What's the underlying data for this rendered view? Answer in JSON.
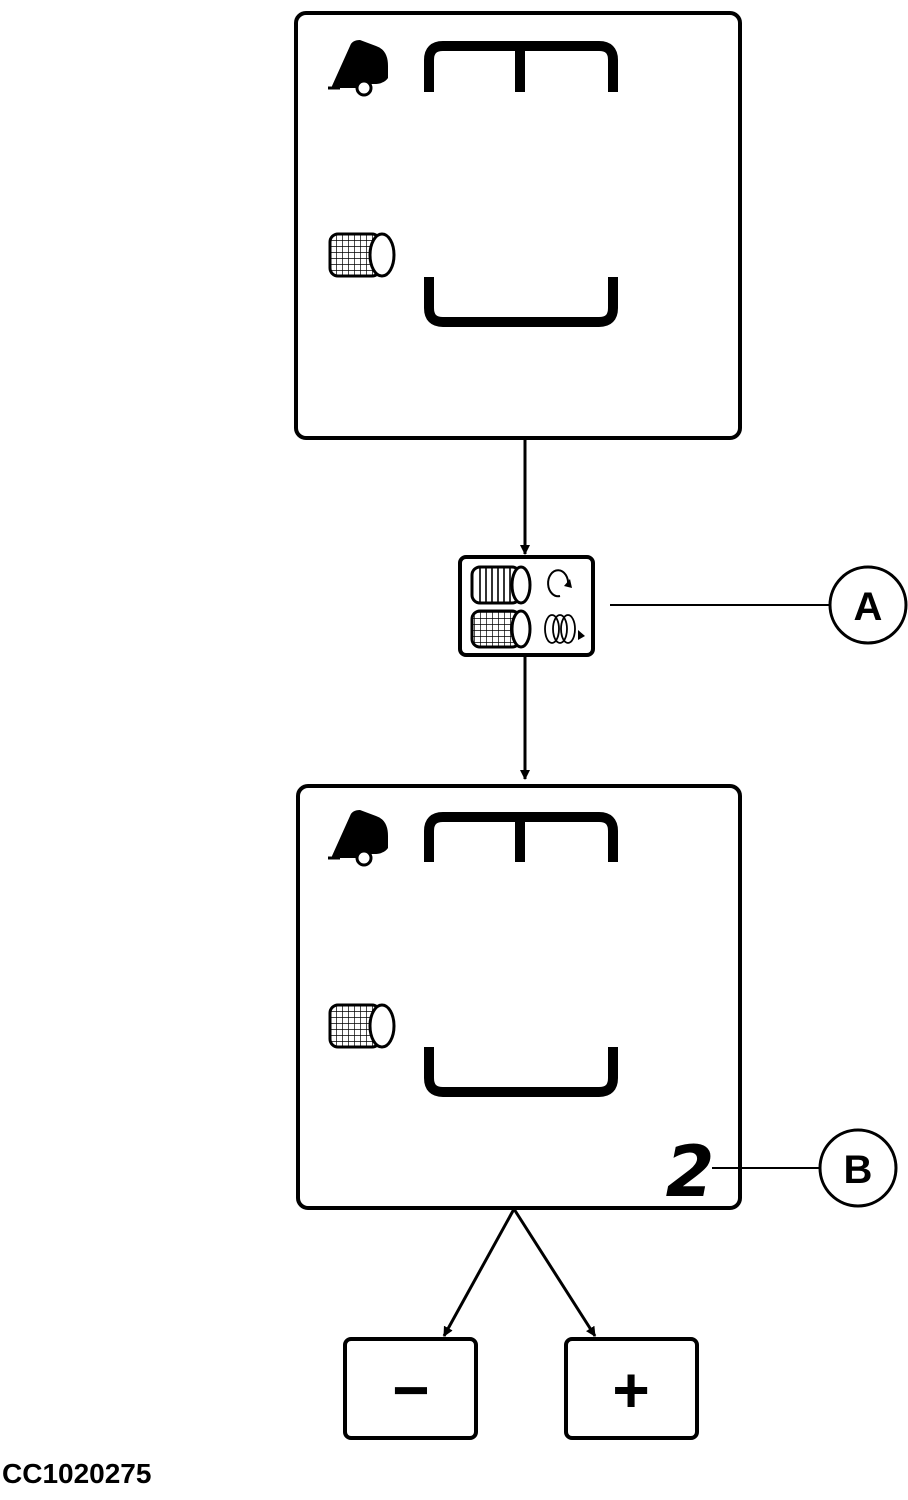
{
  "diagram": {
    "callouts": [
      {
        "label": "A"
      },
      {
        "label": "B"
      }
    ],
    "display_counter": "2",
    "buttons": [
      {
        "label": "−"
      },
      {
        "label": "+"
      }
    ],
    "figure_id": "CC1020275"
  },
  "icons": [
    "bale-eject-icon",
    "net-wrap-icon",
    "wrap-mode-button-icon",
    "net-wrap-mode-icon",
    "twine-wrap-mode-icon"
  ]
}
